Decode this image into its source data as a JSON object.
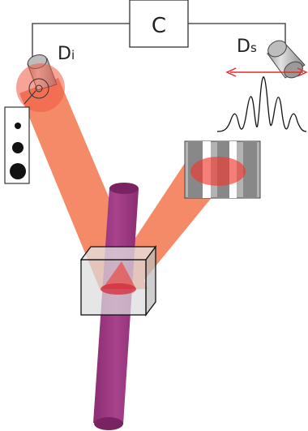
{
  "labels": {
    "controller": "C",
    "idler_main": "D",
    "idler_sub": "i",
    "signal_main": "D",
    "signal_sub": "s"
  },
  "colors": {
    "beam": "#f58a68",
    "beam_core": "#ef2f22",
    "pump": "#9c3680",
    "crystal": "#dcdcdc",
    "wire": "#333333",
    "arrow": "#e52b2b",
    "detector": "#c8c8c8"
  },
  "icons": {
    "idler_detector": "cylinder-detector-icon",
    "signal_detector": "cylinder-detector-icon",
    "aperture_plate": "aperture-holes-icon",
    "slit_mask": "multi-slit-icon",
    "interference": "interference-pattern-icon",
    "scan_arrow": "double-arrow-icon"
  }
}
